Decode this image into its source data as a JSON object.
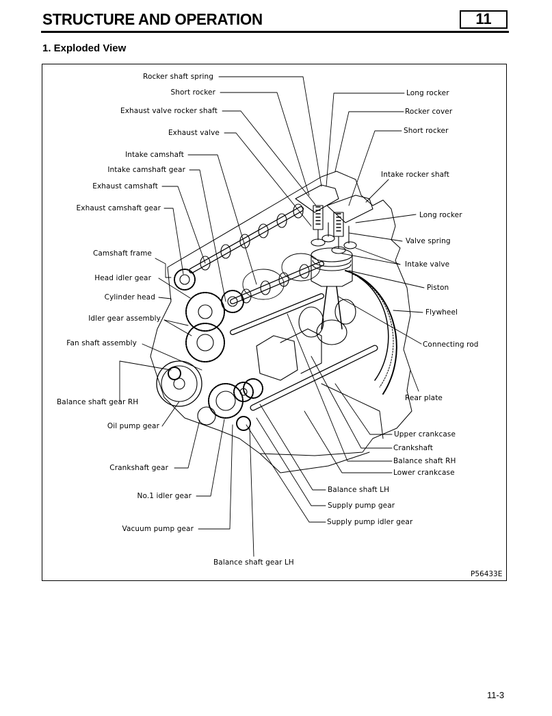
{
  "header": {
    "title": "STRUCTURE AND OPERATION",
    "chapter": "11"
  },
  "section": {
    "title": "1.  Exploded View"
  },
  "figure": {
    "id": "P56433E",
    "labels_left": [
      {
        "key": "rocker_shaft_spring",
        "text": "Rocker shaft spring"
      },
      {
        "key": "short_rocker_l",
        "text": "Short rocker"
      },
      {
        "key": "exhaust_valve_rocker_shaft",
        "text": "Exhaust valve rocker shaft"
      },
      {
        "key": "exhaust_valve",
        "text": "Exhaust valve"
      },
      {
        "key": "intake_camshaft",
        "text": "Intake camshaft"
      },
      {
        "key": "intake_camshaft_gear",
        "text": "Intake camshaft gear"
      },
      {
        "key": "exhaust_camshaft",
        "text": "Exhaust camshaft"
      },
      {
        "key": "exhaust_camshaft_gear",
        "text": "Exhaust camshaft gear"
      },
      {
        "key": "camshaft_frame",
        "text": "Camshaft frame"
      },
      {
        "key": "head_idler_gear",
        "text": "Head idler gear"
      },
      {
        "key": "cylinder_head",
        "text": "Cylinder head"
      },
      {
        "key": "idler_gear_assembly",
        "text": "Idler gear assembly"
      },
      {
        "key": "fan_shaft_assembly",
        "text": "Fan shaft assembly"
      },
      {
        "key": "balance_shaft_gear_rh",
        "text": "Balance shaft gear RH"
      },
      {
        "key": "oil_pump_gear",
        "text": "Oil pump gear"
      },
      {
        "key": "crankshaft_gear",
        "text": "Crankshaft gear"
      },
      {
        "key": "no1_idler_gear",
        "text": "No.1 idler gear"
      },
      {
        "key": "vacuum_pump_gear",
        "text": "Vacuum pump gear"
      },
      {
        "key": "balance_shaft_gear_lh",
        "text": "Balance shaft gear LH"
      }
    ],
    "labels_right": [
      {
        "key": "long_rocker_top",
        "text": "Long rocker"
      },
      {
        "key": "rocker_cover",
        "text": "Rocker cover"
      },
      {
        "key": "short_rocker_r",
        "text": "Short rocker"
      },
      {
        "key": "intake_rocker_shaft",
        "text": "Intake rocker shaft"
      },
      {
        "key": "long_rocker",
        "text": "Long rocker"
      },
      {
        "key": "valve_spring",
        "text": "Valve spring"
      },
      {
        "key": "intake_valve",
        "text": "Intake valve"
      },
      {
        "key": "piston",
        "text": "Piston"
      },
      {
        "key": "flywheel",
        "text": "Flywheel"
      },
      {
        "key": "connecting_rod",
        "text": "Connecting rod"
      },
      {
        "key": "rear_plate",
        "text": "Rear plate"
      },
      {
        "key": "upper_crankcase",
        "text": "Upper crankcase"
      },
      {
        "key": "crankshaft",
        "text": "Crankshaft"
      },
      {
        "key": "balance_shaft_rh",
        "text": "Balance shaft RH"
      },
      {
        "key": "lower_crankcase",
        "text": "Lower crankcase"
      },
      {
        "key": "balance_shaft_lh",
        "text": "Balance shaft LH"
      },
      {
        "key": "supply_pump_gear",
        "text": "Supply pump gear"
      },
      {
        "key": "supply_pump_idler_gear",
        "text": "Supply pump idler gear"
      }
    ]
  },
  "footer": {
    "page": "11-3"
  }
}
